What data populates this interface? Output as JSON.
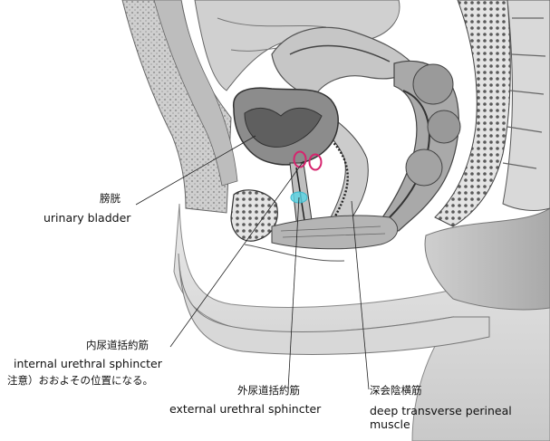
{
  "labels": {
    "bladder": {
      "jp": "膀胱",
      "en": "urinary bladder"
    },
    "internal": {
      "jp": "内尿道括約筋",
      "en": "internal urethral sphincter",
      "note": "注意）おおよその位置になる。"
    },
    "external": {
      "jp": "外尿道括約筋",
      "en": "external urethral sphincter"
    },
    "deep": {
      "jp": "深会陰横筋",
      "en_line1": "deep transverse perineal",
      "en_line2": "muscle"
    }
  },
  "colors": {
    "internal_sphincter_marker": "#d6246e",
    "external_sphincter_marker": "#5ad6e6",
    "leader_line": "#222222"
  }
}
